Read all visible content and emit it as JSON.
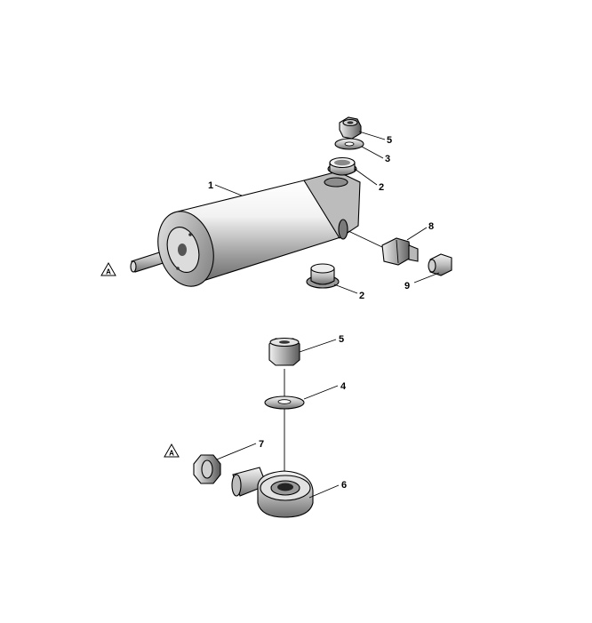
{
  "diagram": {
    "reference_marker": "A",
    "callouts": {
      "top_cylinder": "1",
      "top_bushing_upper": "2",
      "top_bushing_lower": "2",
      "top_washer": "3",
      "top_nut": "5",
      "top_fitting": "8",
      "top_cap": "9",
      "bottom_nut": "5",
      "bottom_washer": "4",
      "bottom_jam_nut": "7",
      "bottom_rod_end": "6"
    }
  }
}
